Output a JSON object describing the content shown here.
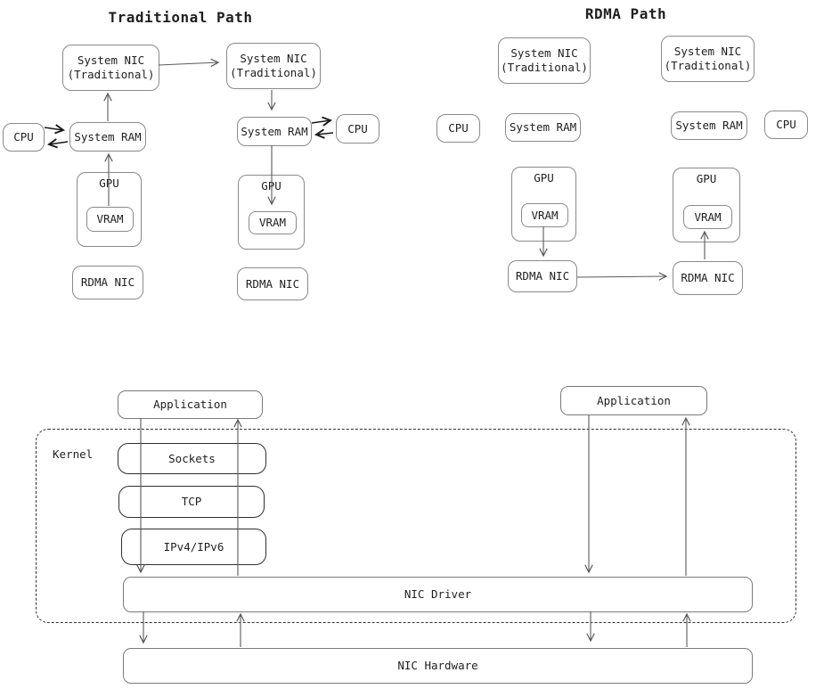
{
  "diagram": {
    "top": {
      "traditional_title": "Traditional Path",
      "rdma_title": "RDMA Path"
    },
    "labels": {
      "system_nic": "System NIC",
      "system_nic_sub": "(Traditional)",
      "cpu": "CPU",
      "system_ram": "System RAM",
      "gpu": "GPU",
      "vram": "VRAM",
      "rdma_nic": "RDMA NIC"
    },
    "stack": {
      "application": "Application",
      "kernel": "Kernel",
      "sockets": "Sockets",
      "tcp": "TCP",
      "ip": "IPv4/IPv6",
      "nic_driver": "NIC Driver",
      "nic_hardware": "NIC Hardware"
    },
    "colors": {
      "stroke_light": "#8a8a8a",
      "stroke_dark": "#2f2f2f",
      "arrow": "#5a5a5a",
      "arrow_bold": "#1a1a1a",
      "text": "#1f1f1f",
      "background": "#ffffff"
    }
  }
}
